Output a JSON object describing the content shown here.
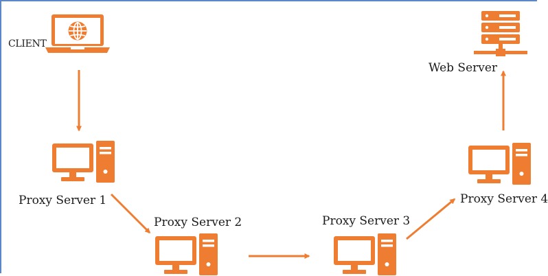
{
  "diagram": {
    "accent_color": "#ee7d31",
    "nodes": [
      {
        "id": "client",
        "label": "CLIENT",
        "icon": "laptop-globe-icon"
      },
      {
        "id": "web-server",
        "label": "Web Server",
        "icon": "server-rack-icon"
      },
      {
        "id": "proxy-1",
        "label": "Proxy Server 1",
        "icon": "desktop-computer-icon"
      },
      {
        "id": "proxy-2",
        "label": "Proxy Server 2",
        "icon": "desktop-computer-icon"
      },
      {
        "id": "proxy-3",
        "label": "Proxy Server 3",
        "icon": "desktop-computer-icon"
      },
      {
        "id": "proxy-4",
        "label": "Proxy Server 4",
        "icon": "desktop-computer-icon"
      }
    ],
    "edges": [
      {
        "from": "client",
        "to": "proxy-1"
      },
      {
        "from": "proxy-1",
        "to": "proxy-2"
      },
      {
        "from": "proxy-2",
        "to": "proxy-3"
      },
      {
        "from": "proxy-3",
        "to": "proxy-4"
      },
      {
        "from": "proxy-4",
        "to": "web-server"
      }
    ]
  }
}
